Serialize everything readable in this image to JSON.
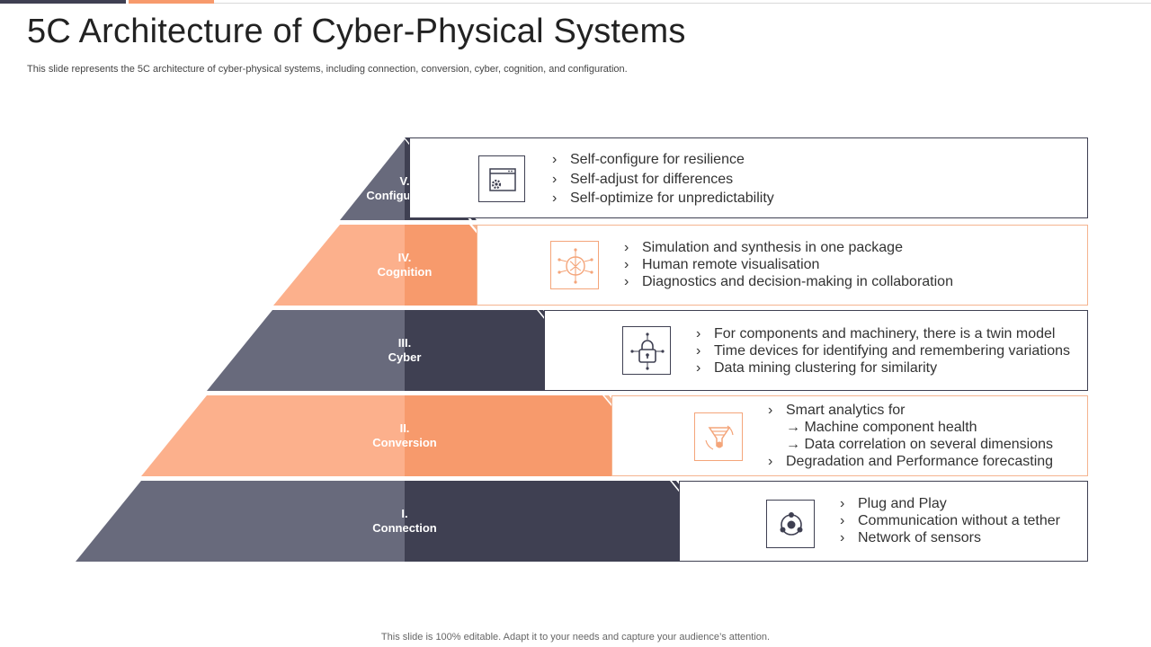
{
  "title": "5C Architecture of Cyber-Physical Systems",
  "subtitle": "This slide represents the 5C architecture of cyber-physical systems, including connection, conversion, cyber, cognition, and configuration.",
  "footer": "This slide is 100% editable. Adapt it to your needs and capture your audience’s attention.",
  "colors": {
    "dark": "#3f4052",
    "dark_light": "#686a7c",
    "orange": "#f79a6c",
    "orange_light": "#fcb08c"
  },
  "levels": [
    {
      "numeral": "V.",
      "name": "Configuration",
      "icon": "settings-window-icon",
      "points": [
        "Self-configure for resilience",
        "Self-adjust for differences",
        "Self-optimize for unpredictability"
      ]
    },
    {
      "numeral": "IV.",
      "name": "Cognition",
      "icon": "brain-circuit-icon",
      "points": [
        "Simulation and synthesis in one package",
        "Human remote visualisation",
        "Diagnostics and decision-making in collaboration"
      ]
    },
    {
      "numeral": "III.",
      "name": "Cyber",
      "icon": "lock-circuit-icon",
      "points": [
        "For components and machinery, there is a twin model",
        "Time devices for identifying and remembering variations",
        "Data mining clustering for similarity"
      ]
    },
    {
      "numeral": "II.",
      "name": "Conversion",
      "icon": "conversion-funnel-icon",
      "points": [
        "Smart analytics for",
        "→ Machine component health",
        "→ Data correlation on several dimensions",
        "Degradation and Performance forecasting"
      ]
    },
    {
      "numeral": "I.",
      "name": "Connection",
      "icon": "network-hub-icon",
      "points": [
        "Plug and Play",
        "Communication without a tether",
        "Network of sensors"
      ]
    }
  ]
}
